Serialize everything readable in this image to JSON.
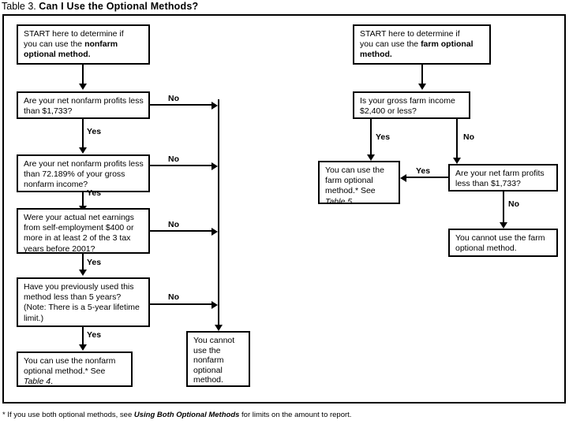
{
  "title": {
    "prefix": "Table 3.",
    "heading": "Can I Use the Optional Methods?"
  },
  "footnote": {
    "prefix": "* If you use both optional methods, see ",
    "italic": "Using Both Optional Methods",
    "suffix": " for limits on the amount to report."
  },
  "labels": {
    "yes": "Yes",
    "no": "No"
  },
  "nonfarm_branch": {
    "start": {
      "line1": "START here to determine if",
      "line2_plain": "you can use the ",
      "line2_bold": "nonfarm",
      "line3_bold": "optional method."
    },
    "q1": "Are your net nonfarm profits less than $1,733?",
    "q2": "Are your net nonfarm profits less than 72.189% of your gross nonfarm income?",
    "q3": "Were your actual net earnings from self-employment $400 or more in at least 2 of the 3 tax years before 2001?",
    "q4": "Have you previously used this method less than 5 years? (Note: There is a 5-year lifetime limit.)",
    "yes_result_text": "You can use the nonfarm optional method.* See ",
    "yes_result_italic": "Table 4",
    "yes_result_tail": ".",
    "no_result": "You cannot use the nonfarm optional method."
  },
  "farm_branch": {
    "start": {
      "line1": "START here to determine if",
      "line2_plain": "you can use the ",
      "line2_bold": "farm optional",
      "line3_bold": "method."
    },
    "q1": "Is your gross farm income $2,400 or less?",
    "q2": "Are your net farm profits less than $1,733?",
    "yes_result_text": "You can use the farm optional method.* See ",
    "yes_result_italic": "Table 5",
    "yes_result_tail": ".",
    "no_result": "You cannot use the farm optional method."
  },
  "colors": {
    "ink": "#000000",
    "paper": "#ffffff"
  }
}
